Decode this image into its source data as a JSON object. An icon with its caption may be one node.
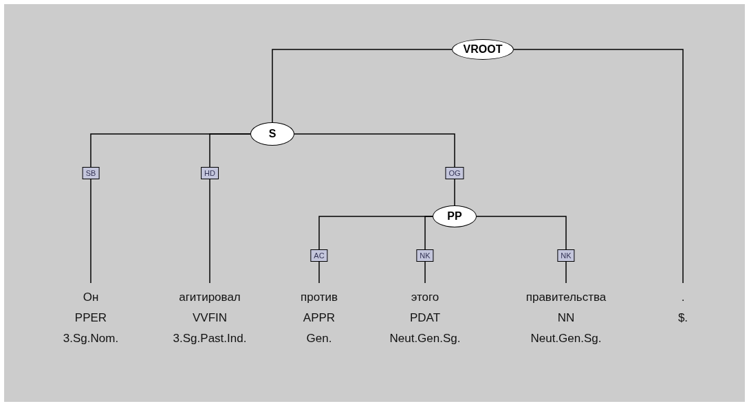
{
  "diagram": {
    "nodes": [
      {
        "text": [
          "VROOT"
        ]
      },
      {
        "text": [
          "S"
        ]
      },
      {
        "text": [
          "PP"
        ]
      },
      {
        "text": [
          "Он",
          "PPER",
          "3.Sg.Nom."
        ]
      },
      {
        "text": [
          "агитировал",
          "VVFIN",
          "3.Sg.Past.Ind."
        ]
      },
      {
        "text": [
          "против",
          "APPR",
          "Gen."
        ]
      },
      {
        "text": [
          "этого",
          "PDAT",
          "Neut.Gen.Sg."
        ]
      },
      {
        "text": [
          "правительства",
          "NN",
          "Neut.Gen.Sg."
        ]
      },
      {
        "text": [
          ".",
          "$."
        ]
      }
    ],
    "edges": [
      {
        "from": 0,
        "to": 1,
        "arrow": "none"
      },
      {
        "from": 0,
        "to": 8,
        "arrow": "none"
      },
      {
        "from": 1,
        "to": 3,
        "arrow": "none",
        "label": "SB"
      },
      {
        "from": 1,
        "to": 4,
        "arrow": "none",
        "label": "HD"
      },
      {
        "from": 1,
        "to": 2,
        "arrow": "none",
        "label": "OG"
      },
      {
        "from": 2,
        "to": 5,
        "arrow": "none",
        "label": "AC"
      },
      {
        "from": 2,
        "to": 6,
        "arrow": "none",
        "label": "NK"
      },
      {
        "from": 2,
        "to": 7,
        "arrow": "none",
        "label": "NK"
      }
    ]
  }
}
